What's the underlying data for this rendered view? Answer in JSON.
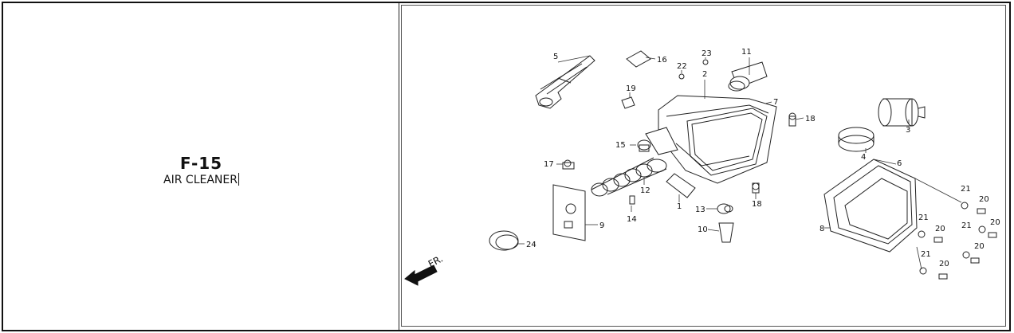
{
  "section": {
    "code": "F-15",
    "title": "AIR CLEANER"
  },
  "direction_label": "FR.",
  "parts": [
    "5",
    "16",
    "23",
    "22",
    "11",
    "2",
    "19",
    "7",
    "18",
    "3",
    "15",
    "4",
    "17",
    "6",
    "12",
    "21",
    "20",
    "1",
    "18",
    "13",
    "14",
    "20",
    "9",
    "21",
    "8",
    "10",
    "20",
    "21",
    "24",
    "20",
    "21",
    "20"
  ]
}
